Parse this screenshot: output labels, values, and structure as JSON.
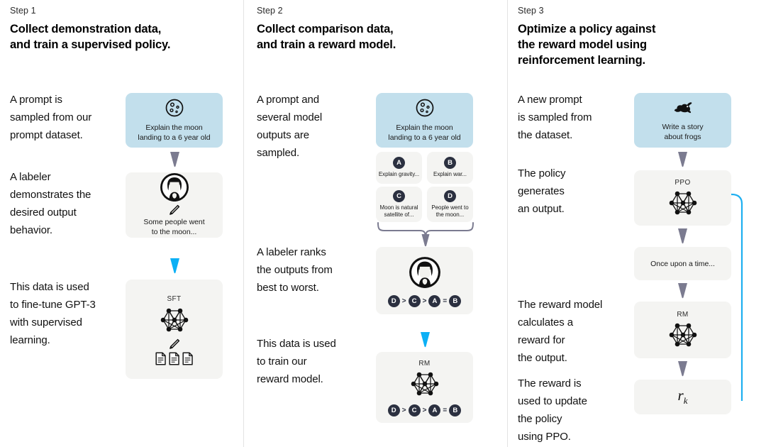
{
  "meta": {
    "diagram_title": "InstructGPT / RLHF three-step training diagram",
    "colors": {
      "prompt_card_blue": "#c2dfec",
      "card_gray": "#f4f4f2",
      "arrow_gray": "#7b7b90",
      "arrow_blue": "#0cb0f5",
      "badge_navy": "#2b3040",
      "divider": "#e3e3e3",
      "text": "#111111"
    }
  },
  "columns": [
    {
      "step_label": "Step 1",
      "title_lines": [
        "Collect demonstration data,",
        "and train a supervised policy."
      ],
      "paragraphs": [
        "A prompt is\nsampled from our\nprompt dataset.",
        "A labeler\ndemonstrates the\ndesired output\nbehavior.",
        "This data is used\nto fine-tune GPT-3\nwith supervised\nlearning."
      ],
      "cards": [
        {
          "name": "prompt-card",
          "kind": "prompt",
          "icon": "moon-icon",
          "caption": "Explain the moon\nlanding to a 6 year old"
        },
        {
          "name": "labeler-demo-card",
          "kind": "gray",
          "icon": "labeler-avatar-icon",
          "sub_icon": "pencil-icon",
          "caption": "Some people went\nto the moon..."
        },
        {
          "name": "sft-model-card",
          "kind": "gray",
          "title": "SFT",
          "icon": "neural-network-icon",
          "sub_icon": "pencil-icon",
          "extra_icon": "documents-icon"
        }
      ],
      "arrows": [
        {
          "name": "arrow-prompt-to-labeler",
          "color": "gray"
        },
        {
          "name": "arrow-labeler-to-sft",
          "color": "blue"
        }
      ]
    },
    {
      "step_label": "Step 2",
      "title_lines": [
        "Collect comparison data,",
        "and train a reward model."
      ],
      "paragraphs": [
        "A prompt and\nseveral model\noutputs are\nsampled.",
        "A labeler ranks\nthe outputs from\nbest to worst.",
        "This data is used\nto train our\nreward model."
      ],
      "cards": [
        {
          "name": "prompt-card",
          "kind": "prompt",
          "icon": "moon-icon",
          "caption": "Explain the moon\nlanding to a 6 year old"
        },
        {
          "name": "output-card-a",
          "kind": "gray",
          "badge": "A",
          "caption": "Explain gravity..."
        },
        {
          "name": "output-card-b",
          "kind": "gray",
          "badge": "B",
          "caption": "Explain war..."
        },
        {
          "name": "output-card-c",
          "kind": "gray",
          "badge": "C",
          "caption": "Moon is natural\nsatellite of..."
        },
        {
          "name": "output-card-d",
          "kind": "gray",
          "badge": "D",
          "caption": "People went to\nthe moon..."
        },
        {
          "name": "labeler-rank-card",
          "kind": "gray",
          "icon": "labeler-avatar-icon"
        },
        {
          "name": "rm-model-card",
          "kind": "gray",
          "title": "RM",
          "icon": "neural-network-icon"
        }
      ],
      "ranking": [
        "D",
        ">",
        "C",
        ">",
        "A",
        "=",
        "B"
      ],
      "arrows": [
        {
          "name": "brace-outputs-to-labeler",
          "color": "gray"
        },
        {
          "name": "arrow-labeler-to-rm",
          "color": "blue"
        }
      ]
    },
    {
      "step_label": "Step 3",
      "title_lines": [
        "Optimize a policy against",
        "the reward model using",
        "reinforcement learning."
      ],
      "paragraphs": [
        "A new prompt\nis sampled from\nthe dataset.",
        "The policy\ngenerates\nan output.",
        "The reward model\ncalculates a\nreward for\nthe output.",
        "The reward is\nused to update\nthe policy\nusing PPO."
      ],
      "cards": [
        {
          "name": "prompt-card",
          "kind": "prompt",
          "icon": "frog-icon",
          "caption": "Write a story\nabout frogs"
        },
        {
          "name": "ppo-model-card",
          "kind": "gray",
          "title": "PPO",
          "icon": "neural-network-icon"
        },
        {
          "name": "generated-output-card",
          "kind": "gray",
          "caption": "Once upon a time..."
        },
        {
          "name": "rm-model-card",
          "kind": "gray",
          "title": "RM",
          "icon": "neural-network-icon"
        },
        {
          "name": "reward-value-card",
          "kind": "gray",
          "formula": "r",
          "formula_sub": "k"
        }
      ],
      "arrows": [
        {
          "name": "arrow-prompt-to-ppo",
          "color": "gray"
        },
        {
          "name": "arrow-ppo-to-output",
          "color": "gray"
        },
        {
          "name": "arrow-output-to-rm",
          "color": "gray"
        },
        {
          "name": "arrow-rm-to-reward",
          "color": "gray"
        },
        {
          "name": "feedback-loop-reward-to-ppo",
          "color": "blue"
        }
      ]
    }
  ]
}
